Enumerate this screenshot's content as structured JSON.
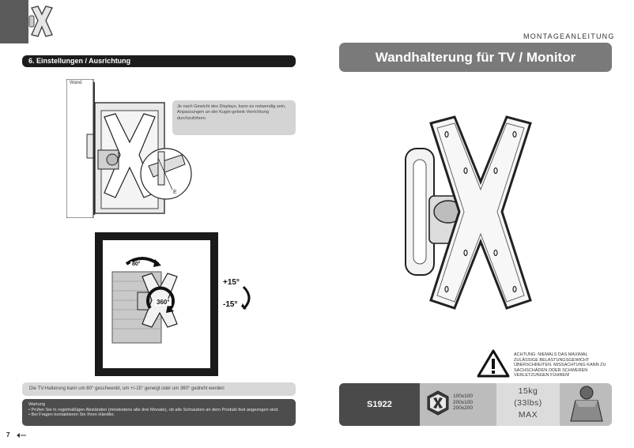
{
  "left_page": {
    "section_title": "6. Einstellungen / Ausrichtung",
    "wall_label": "Wand",
    "note_text": "Je nach Gewicht des Displays, kann es notwendig sein, Anpassungen an der Kugel-gelenk-Vorrichtung durchzuführen.",
    "callout_letter": "E",
    "angle_pan": "80°",
    "angle_rotate": "360°",
    "tilt_up": "+15°",
    "tilt_down": "-15°",
    "caption": "Die TV-Halterung kann um 80° geschwenkt, um +/-15° geneigt oder um 360° gedreht werden",
    "maintenance": {
      "title": "Wartung",
      "line1": "• Prüfen Sie in regelmäßigen Abständen (mindestens alle drei Monate), ob alle Schrauben an dem Produkt fest angezogen sind.",
      "line2": "• Bei Fragen kontaktieren Sie Ihren Händler."
    },
    "page_number": "7"
  },
  "right_page": {
    "manual_label": "MONTAGEANLEITUNG",
    "title": "Wandhalterung für TV / Monitor",
    "warning": "ACHTUNG: NIEMALS DAS MAXIMAL ZULÄSSIGE BELASTUNGSGEWICHT ÜBERSCHREITEN. MISSACHTUNG KANN ZU SACHSCHÄDEN ODER SCHWEREN VERLETZUNGEN FÜHREN!",
    "model": "S1922",
    "vesa": [
      "100x100",
      "200x100",
      "200x200"
    ],
    "weight_kg": "15kg",
    "weight_lbs": "(33lbs)",
    "weight_max": "MAX"
  },
  "colors": {
    "dark": "#1c1c1c",
    "title_bar": "#7a7a7a",
    "spec_bar": "#bcbcbc"
  }
}
